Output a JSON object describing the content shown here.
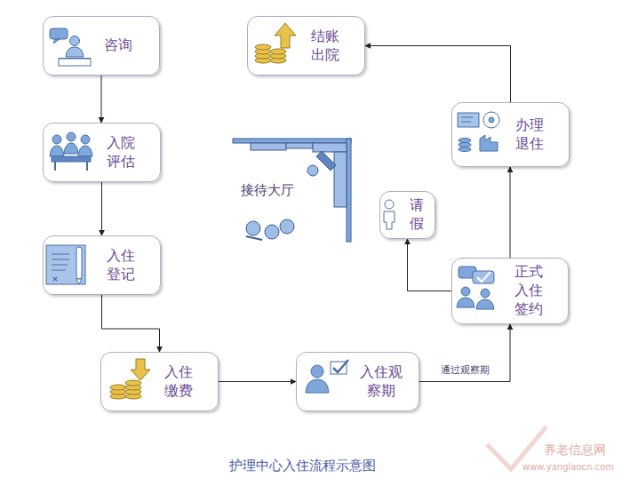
{
  "diagram": {
    "caption": "护理中心入住流程示意图",
    "nodes": [
      {
        "text": [
          "咨询"
        ]
      },
      {
        "text": [
          "入院 评估"
        ]
      },
      {
        "text": [
          "入住 登记"
        ]
      },
      {
        "text": [
          "入住 缴费"
        ]
      },
      {
        "text": [
          "入住观 察期"
        ]
      },
      {
        "text": [
          "正式 入住 签约"
        ]
      },
      {
        "text": [
          "请 假"
        ]
      },
      {
        "text": [
          "办理 退住"
        ]
      },
      {
        "text": [
          "结账 出院"
        ]
      }
    ],
    "edges": [
      {
        "from": 0,
        "to": 1,
        "arrow": "to"
      },
      {
        "from": 1,
        "to": 2,
        "arrow": "to"
      },
      {
        "from": 2,
        "to": 3,
        "arrow": "to"
      },
      {
        "from": 3,
        "to": 4,
        "arrow": "to"
      },
      {
        "from": 4,
        "to": 5,
        "label": "通过观察期",
        "arrow": "to"
      },
      {
        "from": 5,
        "to": 6,
        "arrow": "to"
      },
      {
        "from": 5,
        "to": 7,
        "arrow": "to"
      },
      {
        "from": 7,
        "to": 8,
        "arrow": "to"
      }
    ],
    "labels": [
      "接待大厅",
      "养老信息网",
      "www.yanglaocn.com"
    ]
  }
}
